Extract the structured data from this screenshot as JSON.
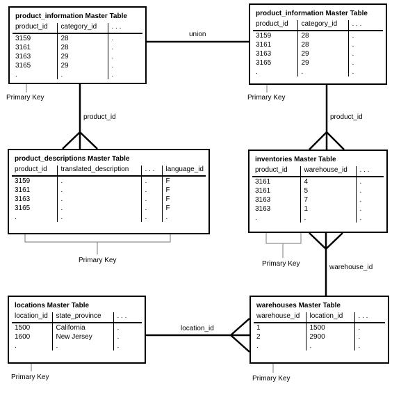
{
  "tables": {
    "product_information_left": {
      "title": "product_information Master Table",
      "headers": [
        "product_id",
        "category_id",
        ". . ."
      ],
      "rows": [
        [
          "3159",
          "28",
          "."
        ],
        [
          "3161",
          "28",
          "."
        ],
        [
          "3163",
          "29",
          "."
        ],
        [
          "3165",
          "29",
          "."
        ],
        [
          ".",
          ".",
          "."
        ]
      ],
      "primary_key_label": "Primary Key"
    },
    "product_information_right": {
      "title": "product_information Master Table",
      "headers": [
        "product_id",
        "category_id",
        ". . ."
      ],
      "rows": [
        [
          "3159",
          "28",
          "."
        ],
        [
          "3161",
          "28",
          "."
        ],
        [
          "3163",
          "29",
          "."
        ],
        [
          "3165",
          "29",
          "."
        ],
        [
          ".",
          ".",
          "."
        ]
      ],
      "primary_key_label": "Primary Key"
    },
    "product_descriptions": {
      "title": "product_descriptions Master Table",
      "headers": [
        "product_id",
        "translated_description",
        ". . .",
        "language_id"
      ],
      "rows": [
        [
          "3159",
          ".",
          ".",
          "F"
        ],
        [
          "3161",
          ".",
          ".",
          "F"
        ],
        [
          "3163",
          ".",
          ".",
          "F"
        ],
        [
          "3165",
          ".",
          ".",
          "F"
        ],
        [
          ".",
          ".",
          ".",
          "."
        ]
      ],
      "primary_key_label": "Primary Key"
    },
    "inventories": {
      "title": "inventories Master Table",
      "headers": [
        "product_id",
        "warehouse_id",
        ". . ."
      ],
      "rows": [
        [
          "3161",
          "4",
          "."
        ],
        [
          "3161",
          "5",
          "."
        ],
        [
          "3163",
          "7",
          "."
        ],
        [
          "3163",
          "1",
          "."
        ],
        [
          ".",
          ".",
          "."
        ]
      ],
      "primary_key_label": "Primary Key"
    },
    "locations": {
      "title": "locations Master Table",
      "headers": [
        "location_id",
        "state_province",
        ". . ."
      ],
      "rows": [
        [
          "1500",
          "California",
          "."
        ],
        [
          "1600",
          "New Jersey",
          "."
        ],
        [
          ".",
          ".",
          "."
        ]
      ],
      "primary_key_label": "Primary Key"
    },
    "warehouses": {
      "title": "warehouses Master Table",
      "headers": [
        "warehouse_id",
        "location_id",
        ". . ."
      ],
      "rows": [
        [
          "1",
          "1500",
          "."
        ],
        [
          "2",
          "2900",
          "."
        ],
        [
          ".",
          ".",
          "."
        ]
      ],
      "primary_key_label": "Primary Key"
    }
  },
  "connectors": {
    "union_label": "union",
    "product_id_left_label": "product_id",
    "product_id_right_label": "product_id",
    "warehouse_id_label": "warehouse_id",
    "location_id_label": "location_id"
  },
  "colors": {
    "line": "#000000",
    "callout": "#8f8f8f",
    "background": "#ffffff"
  }
}
